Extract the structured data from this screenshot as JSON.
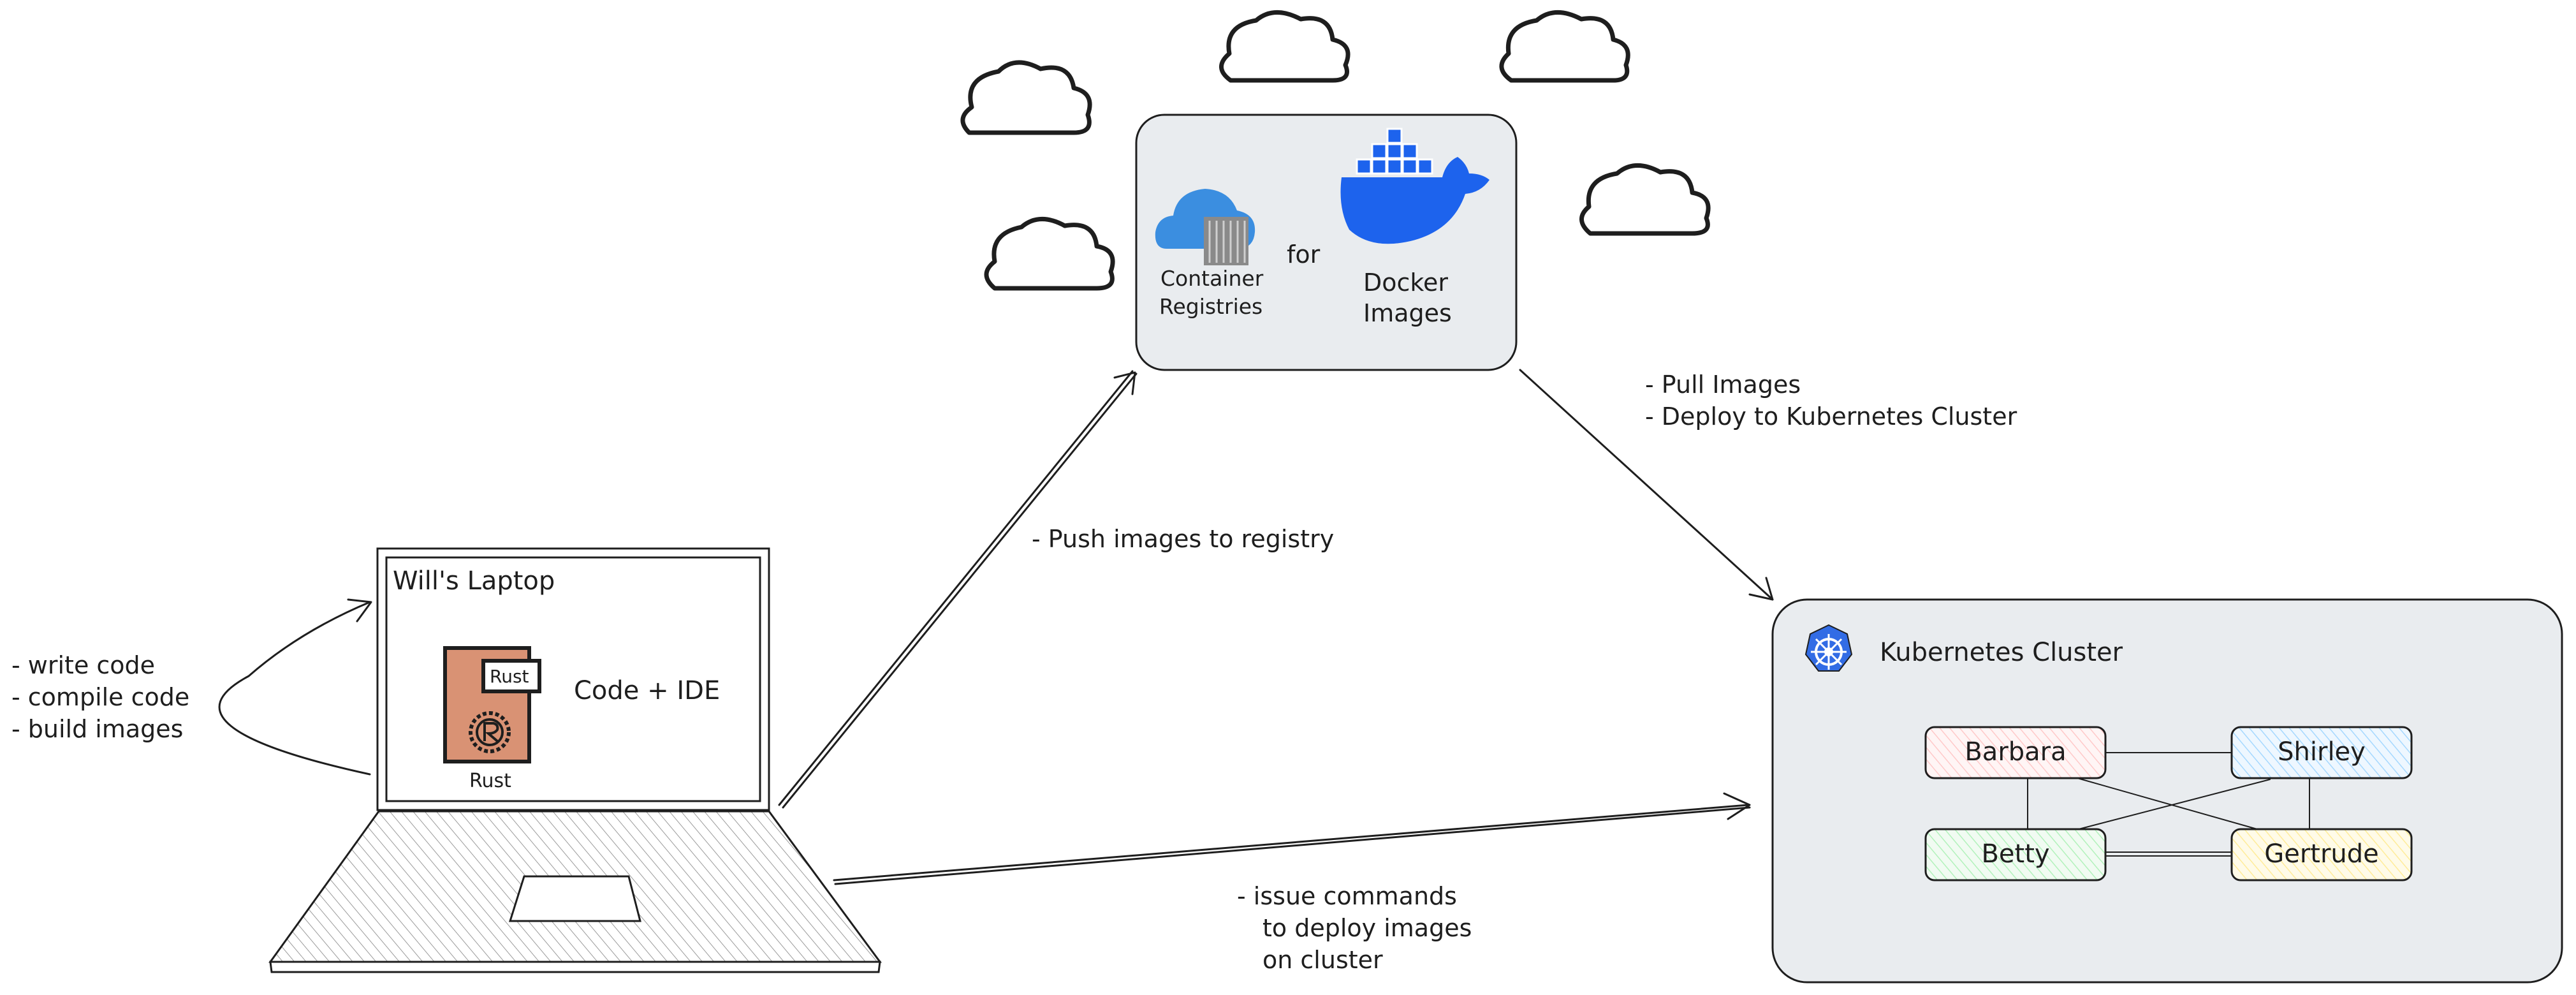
{
  "laptop": {
    "title": "Will's Laptop",
    "app_label": "Code + IDE",
    "icon_label": "Rust",
    "book_badge": "Rust"
  },
  "dev_steps": [
    "- write code",
    "- compile code",
    "- build images"
  ],
  "registry": {
    "registries_line1": "Container",
    "registries_line2": "Registries",
    "connector": "for",
    "images_line1": "Docker",
    "images_line2": "Images"
  },
  "push_note": "- Push images to registry",
  "pull_notes": [
    "- Pull Images",
    "- Deploy to Kubernetes Cluster"
  ],
  "deploy_notes": [
    "- issue commands",
    "to deploy images",
    "on cluster"
  ],
  "cluster": {
    "title": "Kubernetes Cluster",
    "nodes": [
      {
        "name": "Barbara",
        "color": "#ffc9c9"
      },
      {
        "name": "Shirley",
        "color": "#a5d8ff"
      },
      {
        "name": "Betty",
        "color": "#b2f2bb"
      },
      {
        "name": "Gertrude",
        "color": "#fff3bf"
      }
    ]
  },
  "colors": {
    "panel_fill": "#e9ecef",
    "docker_blue": "#1d63ed",
    "azure_blue": "#3b8ee0",
    "rust_orange": "#d99274",
    "k8s_blue": "#326ce5"
  }
}
